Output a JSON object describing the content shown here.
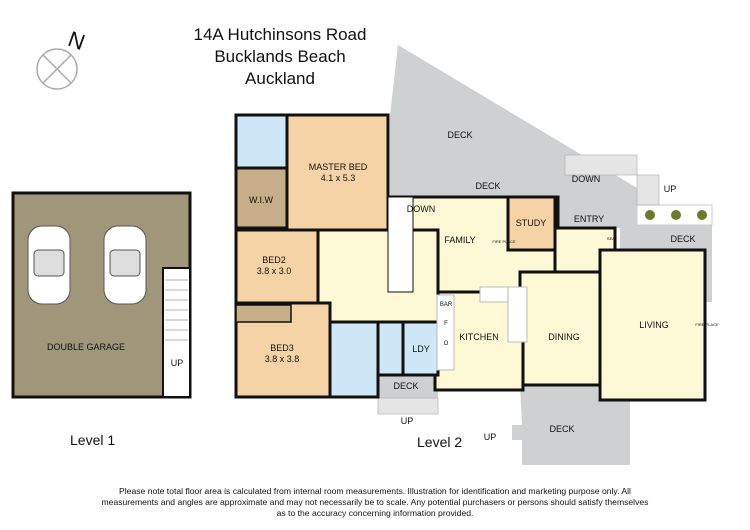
{
  "address": {
    "line1": "14A Hutchinsons Road",
    "line2": "Bucklands Beach",
    "line3": "Auckland"
  },
  "compass": {
    "label": "N"
  },
  "levels": {
    "level1": "Level 1",
    "level2": "Level 2"
  },
  "level1_rooms": {
    "garage": "DOUBLE GARAGE",
    "up": "UP"
  },
  "level2_rooms": {
    "master_bed": "MASTER BED",
    "master_bed_size": "4.1 x 5.3",
    "wiw": "W.I.W",
    "bed2": "BED2",
    "bed2_size": "3.8 x 3.0",
    "bed3": "BED3",
    "bed3_size": "3.8 x 3.8",
    "family": "FAMILY",
    "study": "STUDY",
    "entry": "ENTRY",
    "kitchen": "KITCHEN",
    "dining": "DINING",
    "living": "LIVING",
    "ldy": "LDY",
    "bar": "BAR",
    "f": "F",
    "o": "O",
    "fireplace": "FIRE PLACE",
    "fireplace_small": "FIRE PLACE",
    "seat": "SEAT",
    "deck_top": "DECK",
    "deck_mid": "DECK",
    "deck_right": "DECK",
    "deck_small": "DECK",
    "deck_bottom": "DECK",
    "down_stairs": "DOWN",
    "down_deck": "DOWN",
    "up_right": "UP",
    "up_small_deck": "UP",
    "up_bottom": "UP"
  },
  "colors": {
    "bedroom": "#f5d3a6",
    "wet_area": "#cfe6f7",
    "living": "#fdf8d6",
    "deck": "#cfd0d2",
    "garage": "#a0977a",
    "storage": "#c8ae88"
  },
  "disclaimer": "Please note total floor area is calculated from internal room measurements.  Illustration for identification and marketing purpose only.  All measurements and angles are approximate and may not necessarily be to scale.  Any potential purchasers or persons should satisfy themselves as to the accuracy concerning information provided."
}
